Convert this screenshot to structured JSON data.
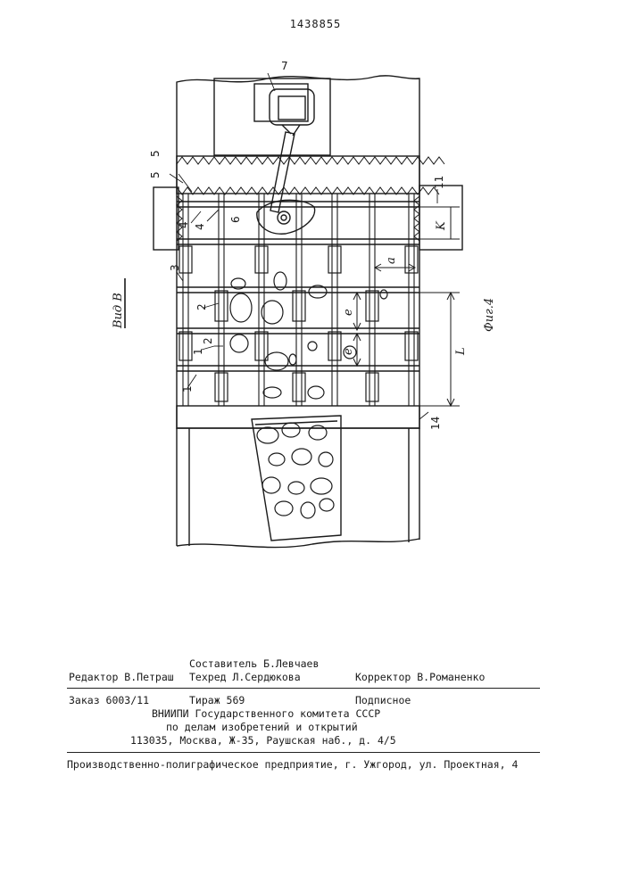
{
  "document_number": "1438855",
  "figure": {
    "view_label": "Вид В",
    "figure_label": "Фиг.4",
    "part_labels": [
      "1",
      "1",
      "2",
      "2",
      "3",
      "4",
      "4",
      "5",
      "5",
      "6",
      "7",
      "11",
      "14"
    ],
    "dimension_labels": [
      "K",
      "a",
      "e",
      "e",
      "L"
    ]
  },
  "imprint": {
    "composer": "Составитель Б.Левчаев",
    "editor": "Редактор В.Петраш",
    "techred": "Техред Л.Сердюкова",
    "corrector": "Корректор В.Романенко",
    "order": "Заказ 6003/11",
    "circulation": "Тираж 569",
    "subscription": "Подписное",
    "org_line1": "ВНИИПИ Государственного комитета СССР",
    "org_line2": "по делам изобретений и открытий",
    "address": "113035, Москва, Ж-35, Раушская наб., д. 4/5",
    "printer": "Производственно-полиграфическое предприятие, г. Ужгород, ул. Проектная, 4"
  }
}
